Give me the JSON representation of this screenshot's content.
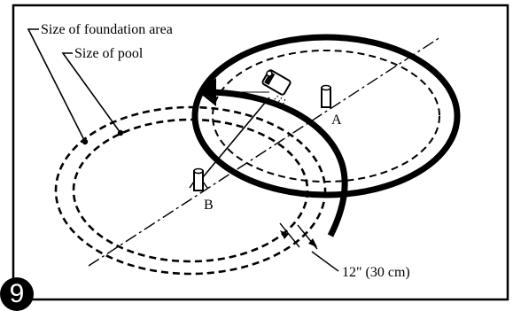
{
  "labels": {
    "foundation_area": "Size of foundation area",
    "pool": "Size of pool",
    "stake_a": "A",
    "stake_b": "B",
    "offset": "12\" (30 cm)"
  },
  "step_number": "9"
}
